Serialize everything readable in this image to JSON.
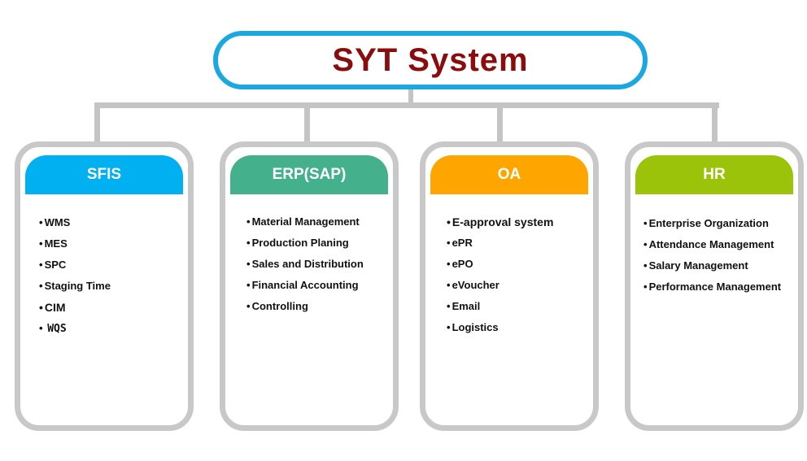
{
  "root": {
    "title": "SYT System"
  },
  "categories": [
    {
      "title": "SFIS",
      "color": "#00b0f0",
      "items": [
        "WMS",
        "MES",
        "SPC",
        "Staging Time",
        "CIM",
        "WQS"
      ]
    },
    {
      "title": "ERP(SAP)",
      "color": "#45b08c",
      "items": [
        "Material Management",
        "Production Planing",
        "Sales and Distribution",
        "Financial Accounting",
        "Controlling"
      ]
    },
    {
      "title": "OA",
      "color": "#ffa500",
      "items": [
        "E-approval system",
        "ePR",
        "ePO",
        "eVoucher",
        "Email",
        "Logistics"
      ]
    },
    {
      "title": "HR",
      "color": "#9ac30a",
      "items": [
        "Enterprise Organization",
        "Attendance Management",
        "Salary Management",
        "Performance Management"
      ]
    }
  ]
}
